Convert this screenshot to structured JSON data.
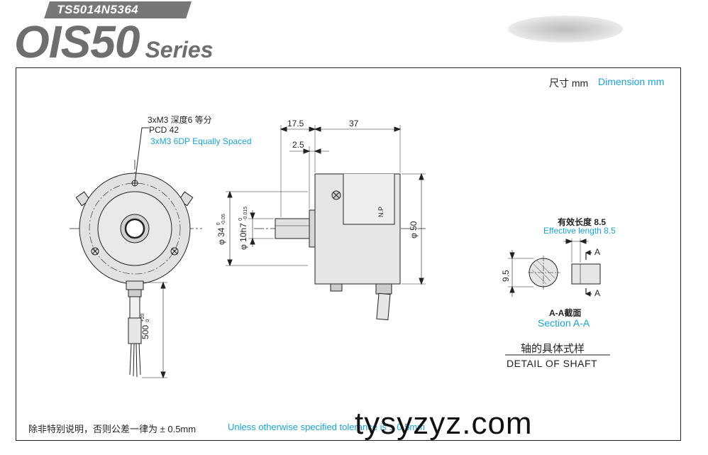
{
  "header": {
    "model_code": "TS5014N5364",
    "series_name": "OIS50",
    "series_suffix": "Series"
  },
  "units": {
    "cn": "尺寸 mm",
    "en": "Dimension mm"
  },
  "front_view": {
    "mount_cn": "3xM3 深度6 等分",
    "pcd": "PCD 42",
    "mount_en": "3xM3 6DP Equally Spaced",
    "cable_length": "500",
    "cable_tol_upper": "+20",
    "cable_tol_lower": "0"
  },
  "side_view": {
    "dim_17_5": "17.5",
    "dim_37": "37",
    "dim_2_5": "2.5",
    "dim_pilot": "φ 34",
    "pilot_tol_upper": "0",
    "pilot_tol_lower": "-0.05",
    "dim_shaft": "φ 10h7",
    "shaft_tol_upper": "0",
    "shaft_tol_lower": "-0.015",
    "dim_body": "φ 50",
    "nameplate": "N.P"
  },
  "shaft_detail": {
    "effective_cn": "有效长度 8.5",
    "effective_en": "Effective length 8.5",
    "flat": "9.5",
    "section_mark": "A",
    "section_cn": "A-A截面",
    "section_en": "Section A-A",
    "title_cn": "轴的具体式样",
    "title_en": "DETAIL OF SHAFT"
  },
  "footer": {
    "note_cn": "除非特别说明，否则公差一律为 ± 0.5mm",
    "note_en": "Unless otherwise specified tolerance is ± 0.5mm"
  },
  "watermark": "tysyzyz.com",
  "colors": {
    "accent": "#1aa3d6",
    "title_gray": "#6e6e6e",
    "body_fill": "#e6e6e6"
  }
}
